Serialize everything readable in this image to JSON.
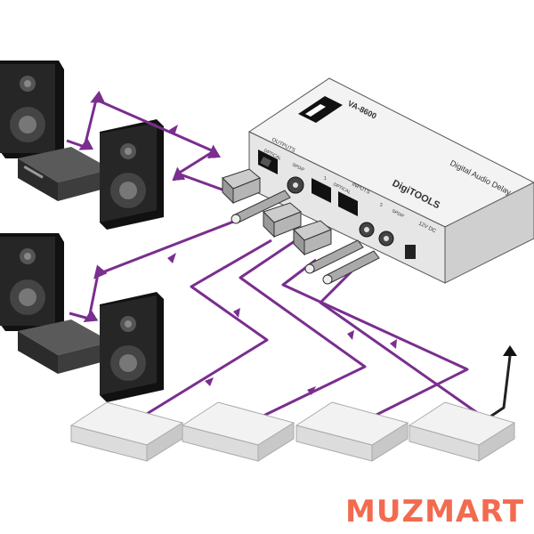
{
  "device": {
    "model": "VA-8600",
    "subtitle": "Digital Audio Delay",
    "brand_logo": "DigiTOOLS",
    "power_label": "12V DC",
    "labels": {
      "outputs": "OUTPUTS",
      "inputs": "INPUTS",
      "optical_out": "OPTICAL",
      "spdif_out": "SPDIF",
      "optical_in": "OPTICAL",
      "spdif_in": "SPDIF",
      "in_1": "1",
      "in_2": "2"
    }
  },
  "watermark": {
    "text": "MUZMART",
    "color": "#f26b4f"
  },
  "colors": {
    "cable": "#7a2e8e",
    "device_fill": "#e6e6e6",
    "device_dark": "#b5b5b5",
    "speaker_body": "#1e1e1e",
    "receiver_body": "#3a3a3a"
  }
}
